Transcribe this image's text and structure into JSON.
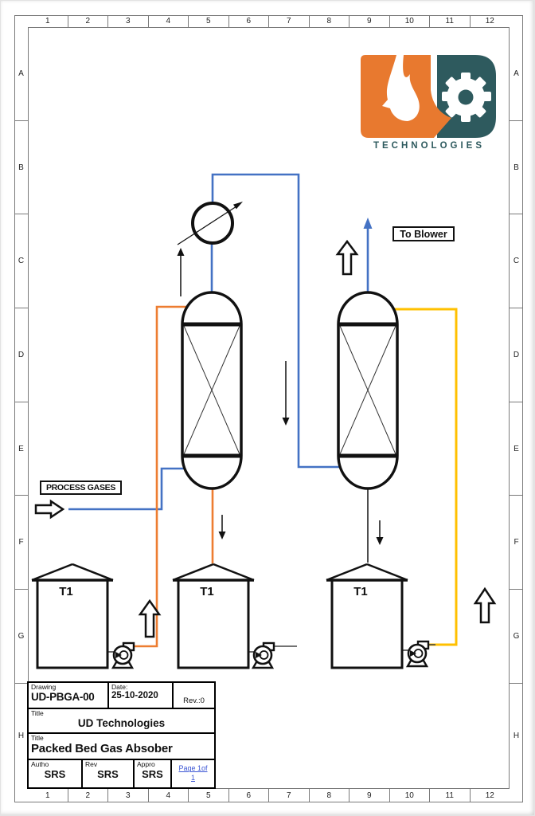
{
  "grid": {
    "columns": [
      "1",
      "2",
      "3",
      "4",
      "5",
      "6",
      "7",
      "8",
      "9",
      "10",
      "11",
      "12"
    ],
    "rows": [
      "A",
      "B",
      "C",
      "D",
      "E",
      "F",
      "G",
      "H"
    ]
  },
  "logo": {
    "text": "TECHNOLOGIES",
    "orange": "#E8792F",
    "teal": "#2E5A5E"
  },
  "labels": {
    "process_gases": "PROCESS GASES",
    "to_blower": "To Blower"
  },
  "tanks": [
    {
      "label": "T1"
    },
    {
      "label": "T1"
    },
    {
      "label": "T1"
    }
  ],
  "colors": {
    "pipe_blue": "#4472C4",
    "pipe_orange": "#ED7D31",
    "pipe_yellow": "#FFC000",
    "equipment_black": "#111111"
  },
  "title_block": {
    "drawing_label": "Drawing",
    "drawing_value": "UD-PBGA-00",
    "date_label": "Date:",
    "date_value": "25-10-2020",
    "rev_value": "Rev.:0",
    "title_label1": "Title",
    "title_value1": "UD Technologies",
    "title_label2": "Title",
    "title_value2": "Packed Bed Gas Absober",
    "author_label": "Autho",
    "author_value": "SRS",
    "rev2_label": "Rev",
    "rev2_value": "SRS",
    "appro_label": "Appro",
    "appro_value": "SRS",
    "page_link_line1": "Page 1of",
    "page_link_line2": "1"
  }
}
